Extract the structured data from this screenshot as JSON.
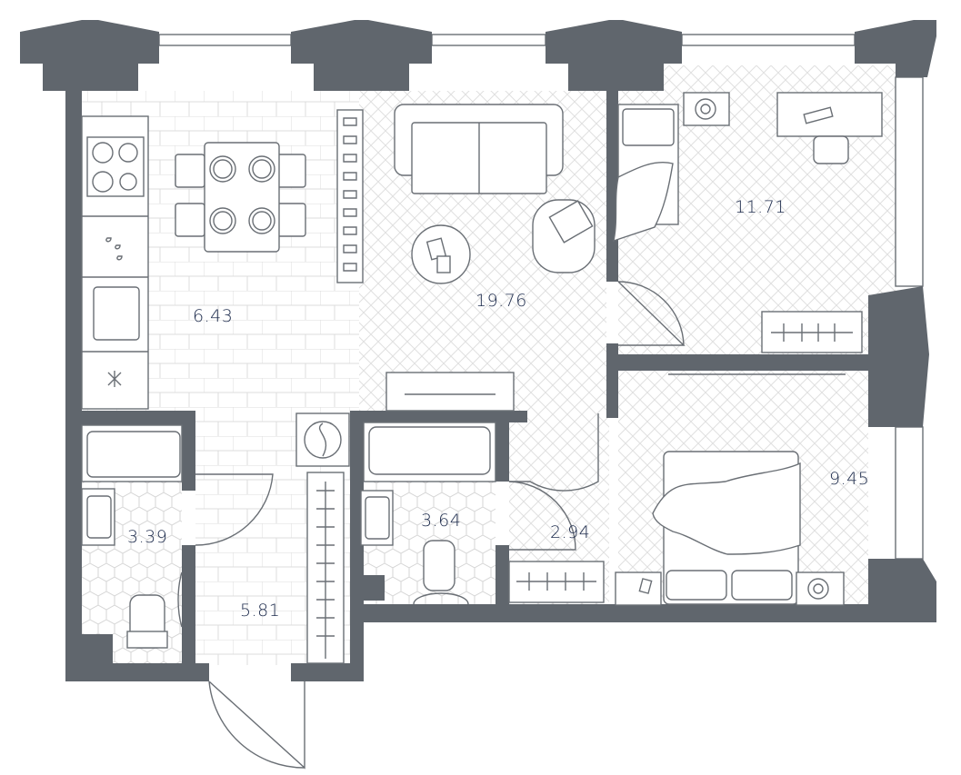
{
  "title": "Apartment floor plan",
  "colors": {
    "wall": "#60666d",
    "label": "#1d2b4c",
    "line": "#6a6f75"
  },
  "rooms": [
    {
      "name": "kitchen",
      "area": "6.43"
    },
    {
      "name": "living-room",
      "area": "19.76"
    },
    {
      "name": "bedroom-1",
      "area": "11.71"
    },
    {
      "name": "bathroom-1",
      "area": "3.39"
    },
    {
      "name": "bathroom-2",
      "area": "3.64"
    },
    {
      "name": "corridor",
      "area": "2.94"
    },
    {
      "name": "bedroom-2",
      "area": "9.45"
    },
    {
      "name": "hallway",
      "area": "5.81"
    }
  ]
}
